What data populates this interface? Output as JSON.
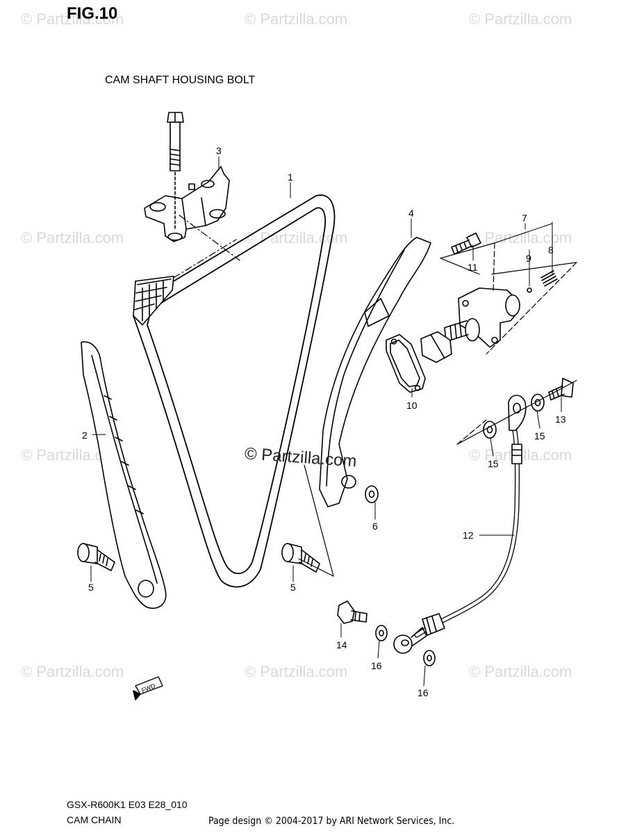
{
  "figure": {
    "title": "FIG.10",
    "housing_label": "CAM SHAFT HOUSING BOLT",
    "model_code": "GSX-R600K1 E03 E28_010",
    "section_name": "CAM CHAIN",
    "page_credit": "Page design © 2004-2017 by ARI Network Services, Inc."
  },
  "watermarks": {
    "repeated": "© Partzilla.com",
    "center": "© Partzilla.com"
  },
  "direction_marker": {
    "label": "FWD"
  },
  "callouts": {
    "c1": "1",
    "c2": "2",
    "c3": "3",
    "c4": "4",
    "c5a": "5",
    "c5b": "5",
    "c6": "6",
    "c7": "7",
    "c8": "8",
    "c9": "9",
    "c10": "10",
    "c11": "11",
    "c12": "12",
    "c13": "13",
    "c14": "14",
    "c15a": "15",
    "c15b": "15",
    "c16a": "16",
    "c16b": "16"
  }
}
